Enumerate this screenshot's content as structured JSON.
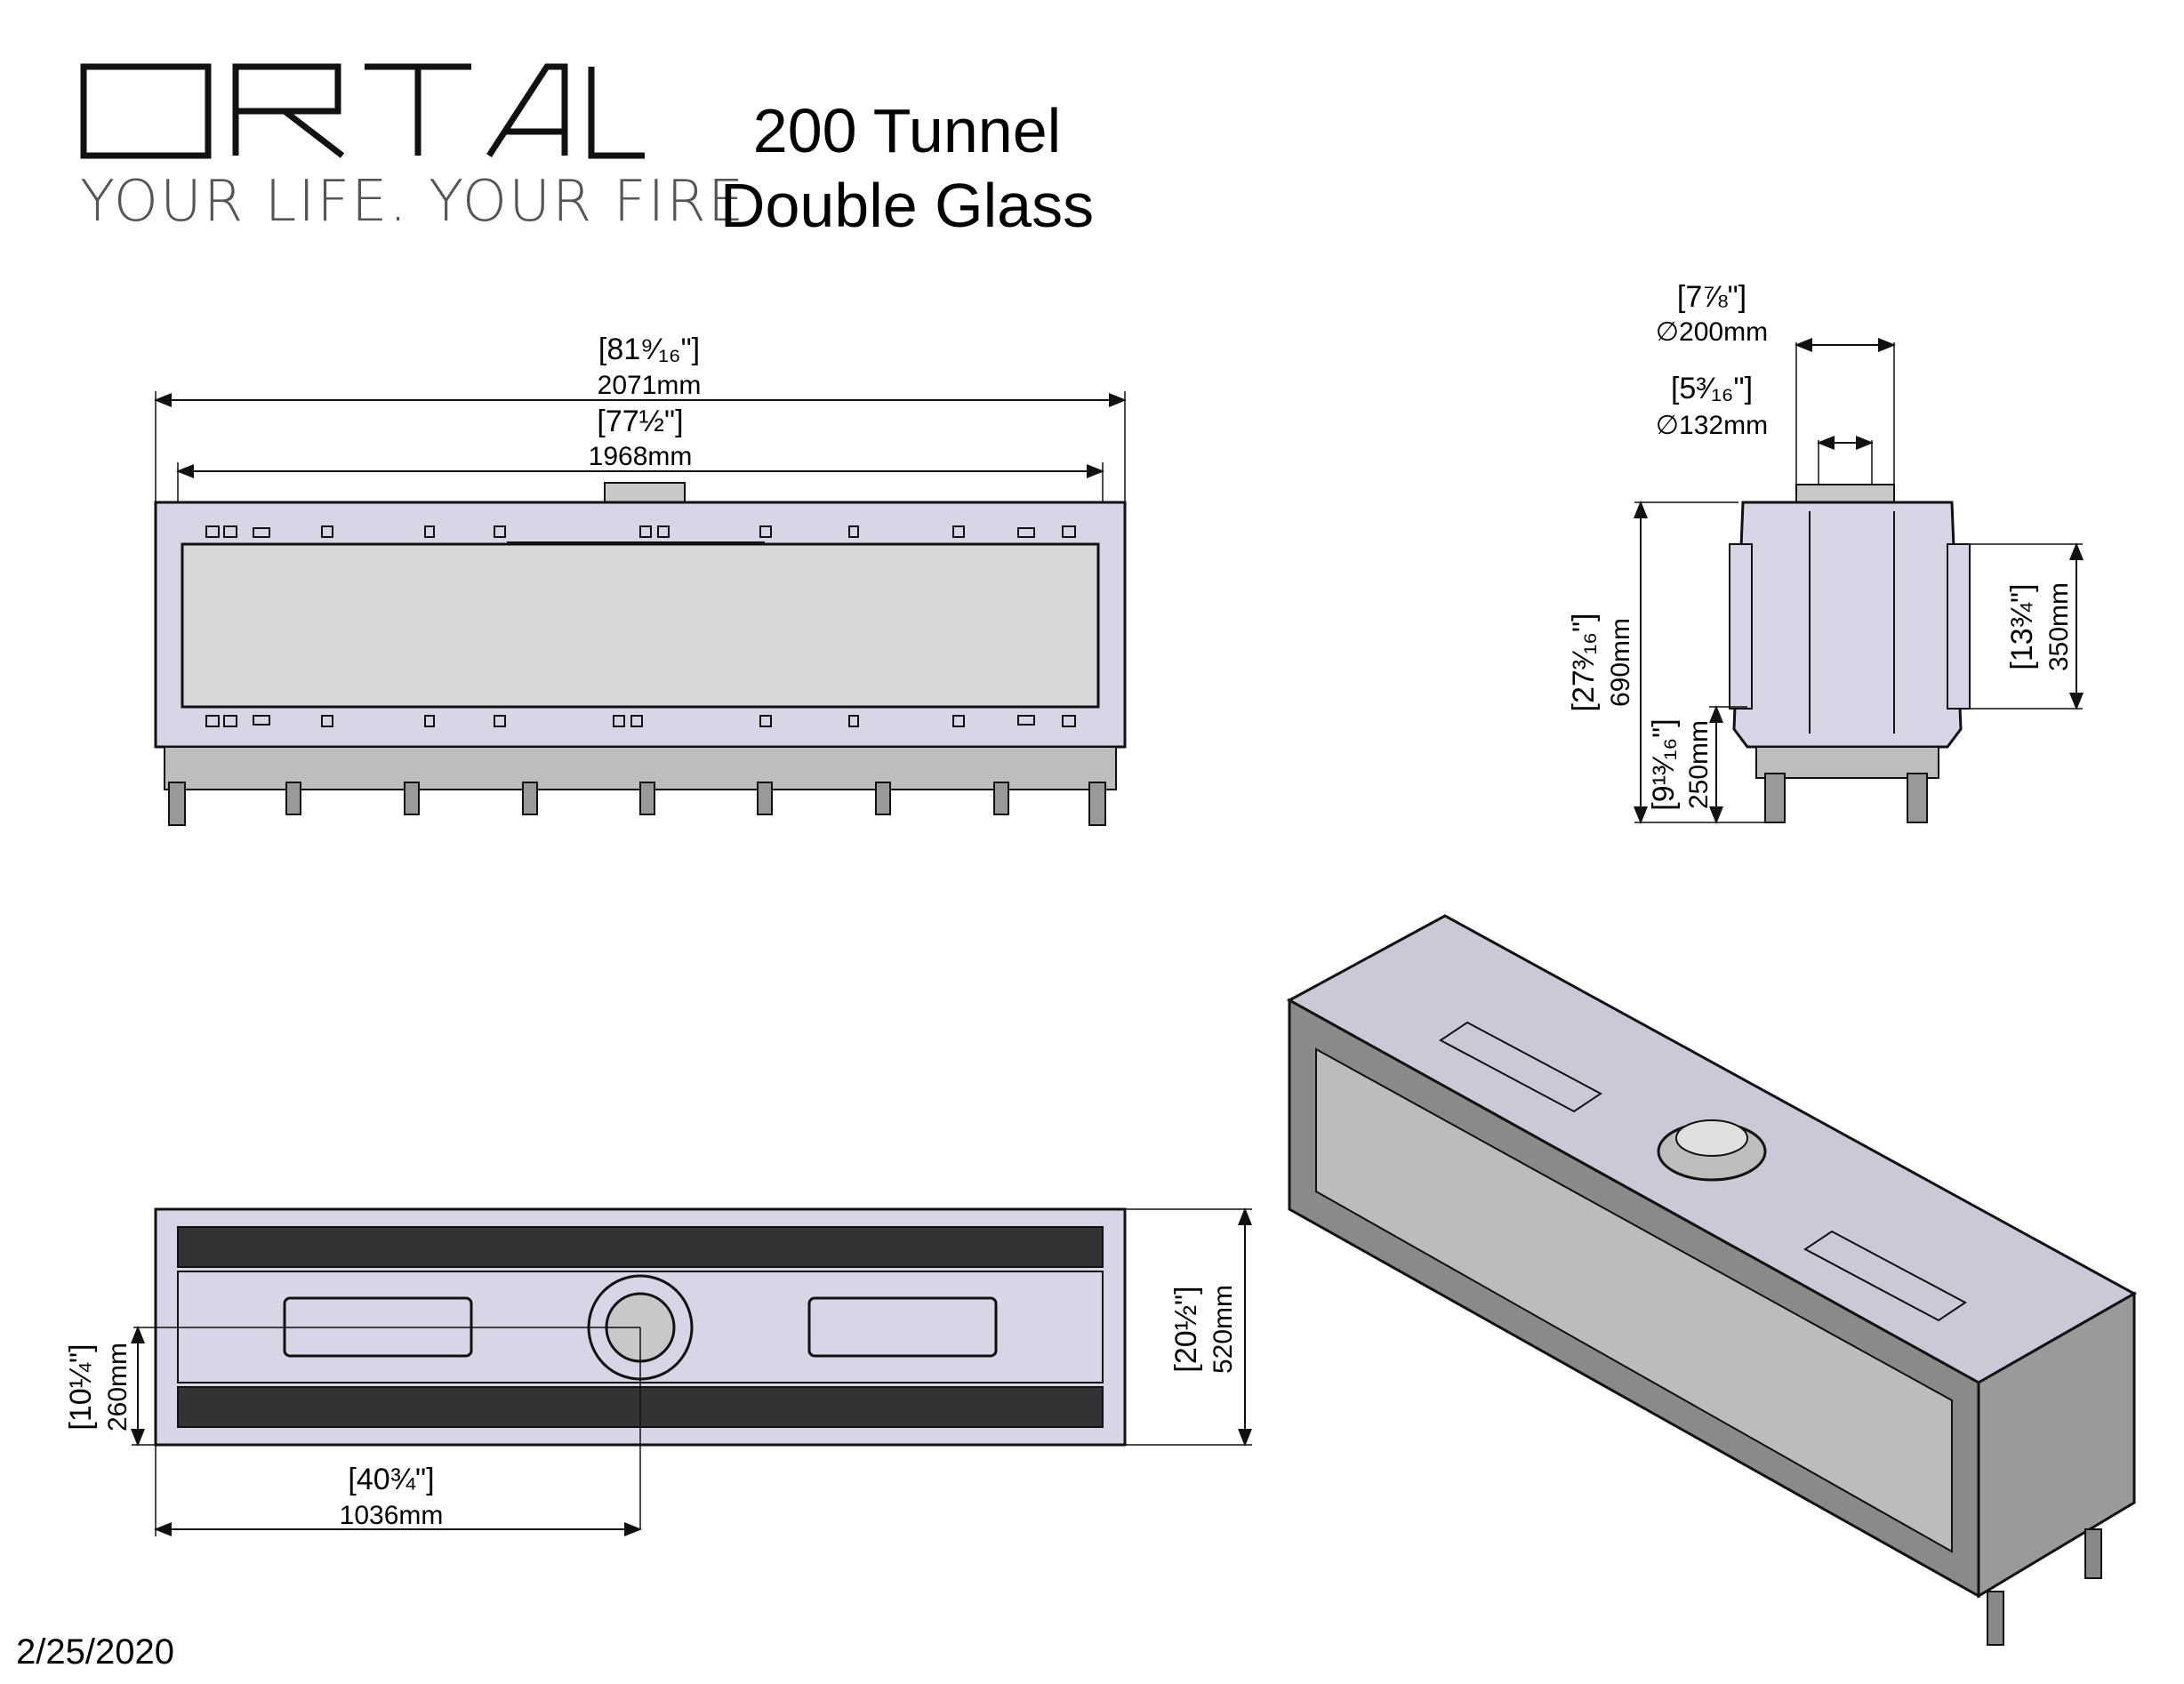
{
  "brand": {
    "logo_text": "ORTAL",
    "tagline": "YOUR LIFE. YOUR FIRE"
  },
  "title": {
    "line1": "200 Tunnel",
    "line2": "Double Glass"
  },
  "date": "2/25/2020",
  "front_view": {
    "overall_width_in": "[81⁹⁄₁₆\"]",
    "overall_width_mm": "2071mm",
    "glass_width_in": "[77½\"]",
    "glass_width_mm": "1968mm"
  },
  "side_view": {
    "flue_outer_in": "[7⅞\"]",
    "flue_outer_mm": "∅200mm",
    "flue_inner_in": "[5³⁄₁₆\"]",
    "flue_inner_mm": "∅132mm",
    "total_height_in": "[27³⁄₁₆\"]",
    "total_height_mm": "690mm",
    "base_height_in": "[9¹³⁄₁₆\"]",
    "base_height_mm": "250mm",
    "body_height_in": "[13¾\"]",
    "body_height_mm": "350mm"
  },
  "top_view": {
    "depth_in": "[20½\"]",
    "depth_mm": "520mm",
    "half_depth_in": "[10¼\"]",
    "half_depth_mm": "260mm",
    "half_width_in": "[40¾\"]",
    "half_width_mm": "1036mm"
  },
  "colors": {
    "panel_fill": "#d6d6e6",
    "glass_fill": "#d8d8d8",
    "line": "#111111",
    "tagline": "#555555"
  }
}
